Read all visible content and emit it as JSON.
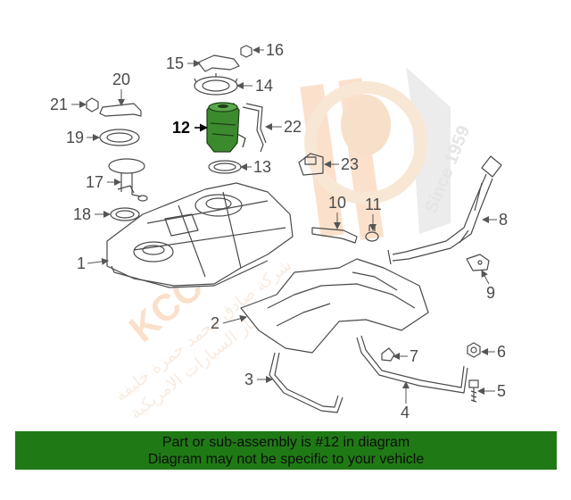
{
  "diagram": {
    "highlight_color": "#3c8a2e",
    "banner_color": "#1f7a15",
    "callouts": [
      {
        "id": "1",
        "text": "1"
      },
      {
        "id": "2",
        "text": "2"
      },
      {
        "id": "3",
        "text": "3"
      },
      {
        "id": "4",
        "text": "4"
      },
      {
        "id": "5",
        "text": "5"
      },
      {
        "id": "6",
        "text": "6"
      },
      {
        "id": "7",
        "text": "7"
      },
      {
        "id": "8",
        "text": "8"
      },
      {
        "id": "9",
        "text": "9"
      },
      {
        "id": "10",
        "text": "10"
      },
      {
        "id": "11",
        "text": "11"
      },
      {
        "id": "12",
        "text": "12"
      },
      {
        "id": "13",
        "text": "13"
      },
      {
        "id": "14",
        "text": "14"
      },
      {
        "id": "15",
        "text": "15"
      },
      {
        "id": "16",
        "text": "16"
      },
      {
        "id": "17",
        "text": "17"
      },
      {
        "id": "18",
        "text": "18"
      },
      {
        "id": "19",
        "text": "19"
      },
      {
        "id": "20",
        "text": "20"
      },
      {
        "id": "21",
        "text": "21"
      },
      {
        "id": "22",
        "text": "22"
      },
      {
        "id": "23",
        "text": "23"
      }
    ]
  },
  "watermark": {
    "brand": "KCC",
    "since": "Since 1959",
    "arabic_line1": "شركة صادق محمد حمزة خليفة",
    "arabic_line2": "لقطع غيار السيارات الامريكية"
  },
  "banner": {
    "line1": "Part or sub-assembly is #12 in diagram",
    "line2": "Diagram may not be specific to your vehicle"
  }
}
